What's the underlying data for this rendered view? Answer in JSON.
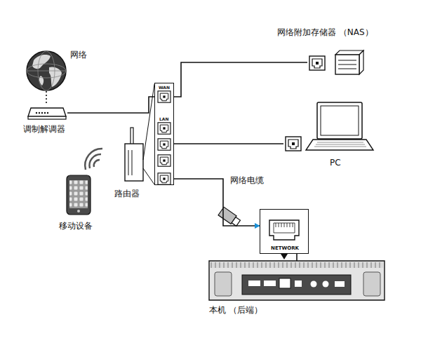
{
  "diagram": {
    "nodes": [
      {
        "text": [
          "网络"
        ]
      },
      {
        "text": [
          "调制解调器"
        ]
      },
      {
        "text": [
          "路由器"
        ]
      },
      {
        "text": [
          "网络附加存储器 （NAS）"
        ]
      },
      {
        "text": [
          "PC"
        ]
      },
      {
        "text": [
          "移动设备"
        ]
      },
      {
        "text": [
          "NETWORK"
        ]
      },
      {
        "text": [
          "本机 （后端）"
        ]
      }
    ],
    "edges": [
      {
        "from": 0,
        "to": 1,
        "arrow": "none"
      },
      {
        "from": 1,
        "to": 2,
        "arrow": "none"
      },
      {
        "from": 2,
        "to": 3,
        "arrow": "none"
      },
      {
        "from": 2,
        "to": 4,
        "arrow": "none"
      },
      {
        "from": 2,
        "to": 6,
        "label": "网络电缆",
        "arrow": "to"
      },
      {
        "from": 6,
        "to": 7,
        "arrow": "none"
      }
    ],
    "labels": [
      "WAN",
      "LAN"
    ]
  }
}
